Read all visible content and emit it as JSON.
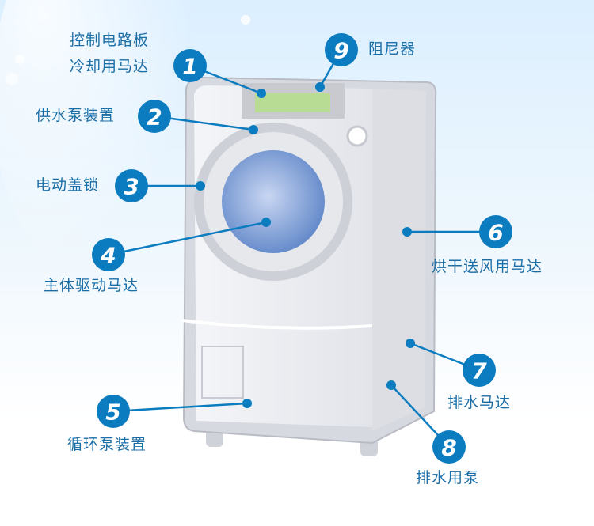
{
  "colors": {
    "marker": "#0b7cc0",
    "label": "#1c6ea6"
  },
  "parts": [
    {
      "number": "1",
      "lines": [
        "控制电路板",
        "冷却用马达"
      ]
    },
    {
      "number": "2",
      "lines": [
        "供水泵装置"
      ]
    },
    {
      "number": "3",
      "lines": [
        "电动盖锁"
      ]
    },
    {
      "number": "4",
      "lines": [
        "主体驱动马达"
      ]
    },
    {
      "number": "5",
      "lines": [
        "循环泵装置"
      ]
    },
    {
      "number": "6",
      "lines": [
        "烘干送风用马达"
      ]
    },
    {
      "number": "7",
      "lines": [
        "排水马达"
      ]
    },
    {
      "number": "8",
      "lines": [
        "排水用泵"
      ]
    },
    {
      "number": "9",
      "lines": [
        "阻尼器"
      ]
    }
  ]
}
